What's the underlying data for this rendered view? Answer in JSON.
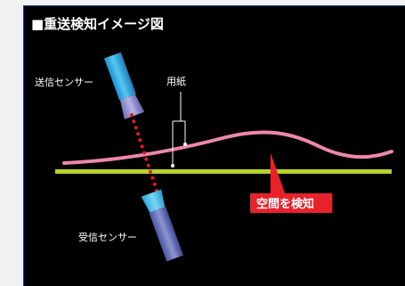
{
  "title": "■重送検知イメージ図",
  "labels": {
    "sending_sensor": "送信センサー",
    "receiving_sensor": "受信センサー",
    "paper": "用紙",
    "detection_callout": "空間を検知"
  },
  "colors": {
    "panel_bg": "#000000",
    "outer_bg": "#f1f1f1",
    "frame_border": "#1c2f86",
    "baseline": "#b7d22a",
    "paper_curve": "#ee88a8",
    "signal_dots": "#e21b23",
    "callout_red": "#e8212a",
    "label_text": "#ffffff",
    "sensor_body": "#2fb1df",
    "sensor_body_lower": "#6472b5"
  },
  "icons": {
    "sending_sensor": "sensor-emitter-icon",
    "receiving_sensor": "sensor-receiver-icon"
  }
}
